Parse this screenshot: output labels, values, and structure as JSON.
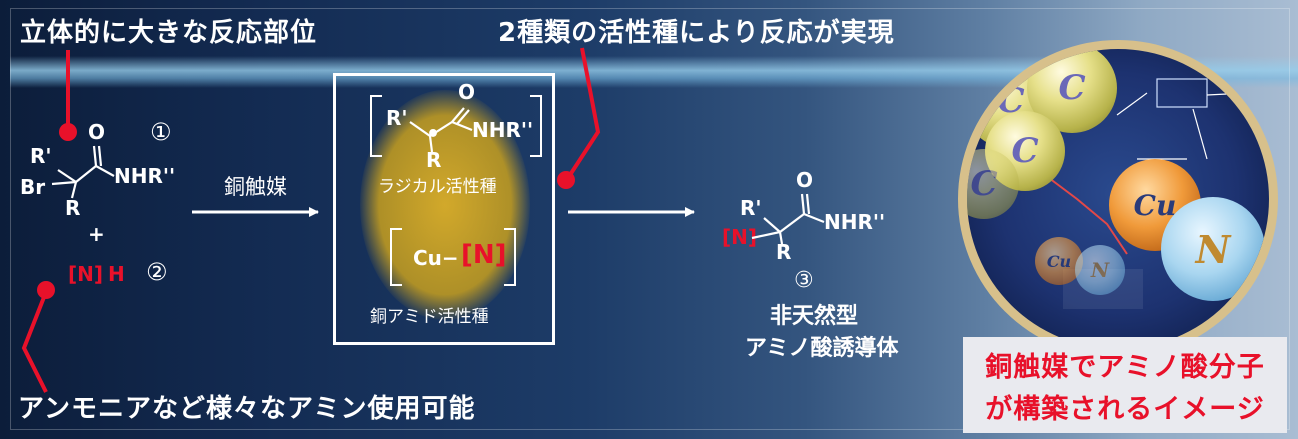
{
  "labels": {
    "top_left": "立体的に大きな反応部位",
    "top_middle": "2種類の活性種により反応が実現",
    "bottom_left": "アンモニアなど様々なアミン使用可能"
  },
  "reactant": {
    "r_prime": "R'",
    "br": "Br",
    "r": "R",
    "o": "O",
    "nhr": "NHR''",
    "number": "①",
    "plus": "+",
    "amine_n": "[N]",
    "amine_h": "H",
    "amine_number": "②"
  },
  "catalyst_label": "銅触媒",
  "box": {
    "radical": {
      "r_prime": "R'",
      "r": "R",
      "o": "O",
      "nhr": "NHR''",
      "dot": "•",
      "caption": "ラジカル活性種"
    },
    "copper": {
      "cu": "Cu−",
      "n": "[N]",
      "caption": "銅アミド活性種"
    }
  },
  "product": {
    "r_prime": "R'",
    "n": "[N]",
    "r": "R",
    "o": "O",
    "nhr": "NHR''",
    "number": "③",
    "name_line1": "非天然型",
    "name_line2": "アミノ酸誘導体"
  },
  "illustration": {
    "sphere_c": "C",
    "sphere_cu": "Cu",
    "sphere_n": "N"
  },
  "caption": {
    "line1": "銅触媒でアミノ酸分子",
    "line2": "が構築されるイメージ"
  },
  "colors": {
    "accent_red": "#e8112a",
    "glow_gold": "#d1a52a",
    "ring_gold": "#d7c08b"
  }
}
